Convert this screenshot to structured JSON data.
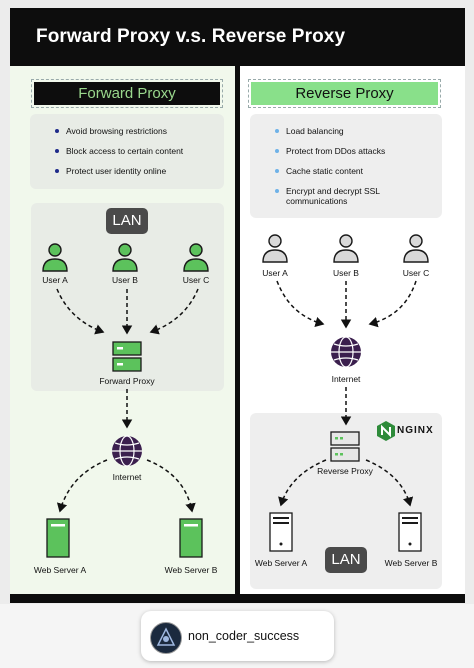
{
  "title": "Forward Proxy v.s. Reverse Proxy",
  "forward": {
    "header": "Forward Proxy",
    "bullets": [
      "Avoid browsing restrictions",
      "Block access to certain content",
      "Protect user identity online"
    ],
    "lan_label": "LAN",
    "users": [
      "User A",
      "User B",
      "User C"
    ],
    "proxy_label": "Forward Proxy",
    "internet_label": "Internet",
    "servers": [
      "Web Server A",
      "Web Server B"
    ]
  },
  "reverse": {
    "header": "Reverse Proxy",
    "bullets": [
      "Load balancing",
      "Protect from DDos attacks",
      "Cache static content",
      "Encrypt and decrypt SSL communications"
    ],
    "users": [
      "User A",
      "User B",
      "User C"
    ],
    "internet_label": "Internet",
    "nginx_label": "NGINX",
    "proxy_label": "Reverse Proxy",
    "lan_label": "LAN",
    "servers": [
      "Web Server A",
      "Web Server B"
    ]
  },
  "footer": {
    "username": "non_coder_success"
  },
  "colors": {
    "forward_accent": "#4cae4c",
    "reverse_accent": "#89e08a",
    "user_green": "#5cc25c",
    "user_grey": "#d9d9d9",
    "internet_purple": "#3b1f4e"
  }
}
